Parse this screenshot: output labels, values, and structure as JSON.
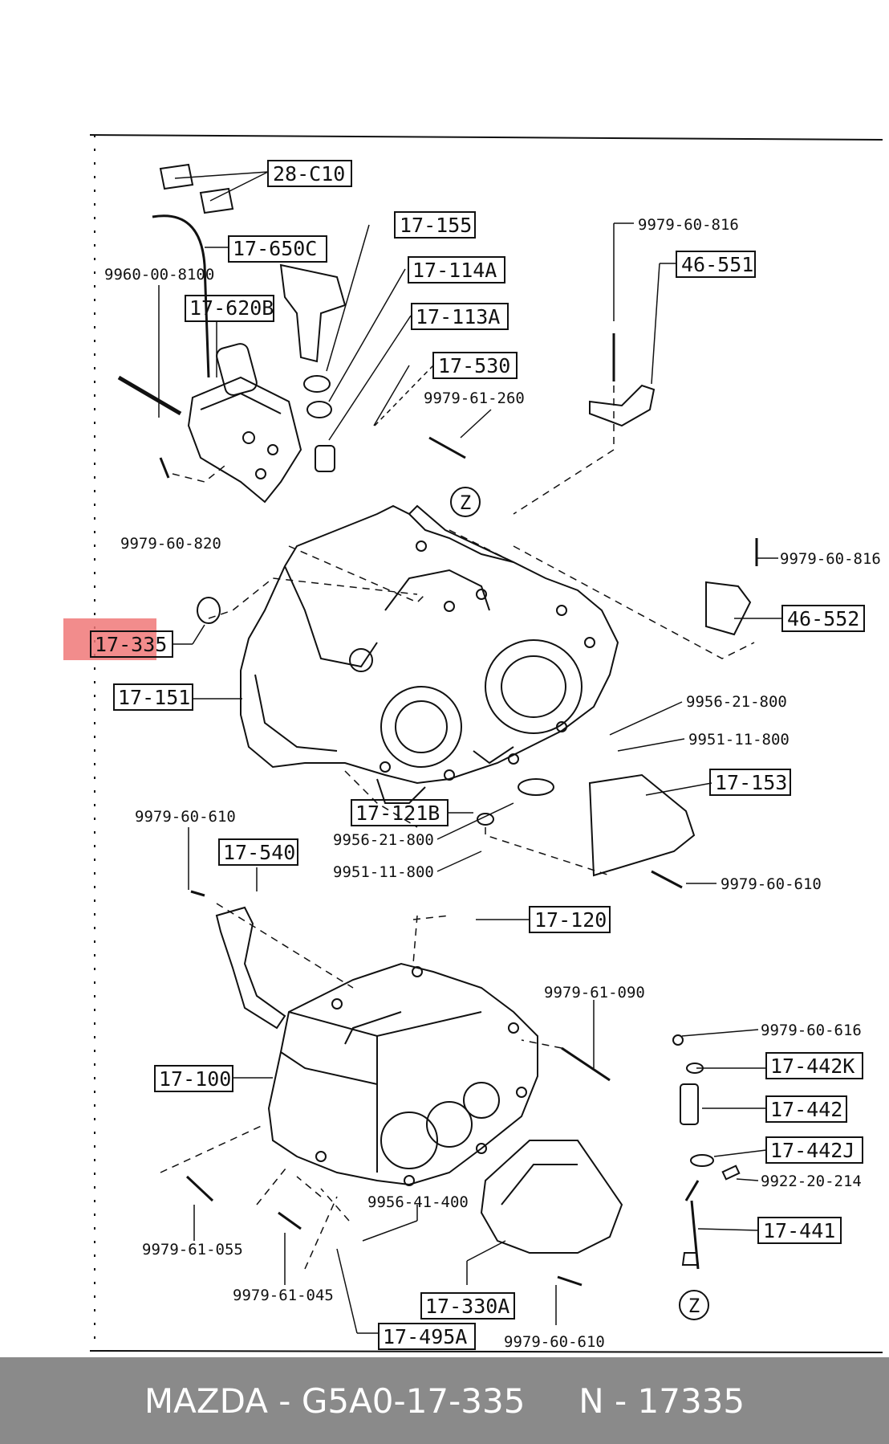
{
  "highlight_color": "#f07878",
  "footer": {
    "brand": "MAZDA",
    "sep1": " - ",
    "part_number": "G5A0-17-335",
    "gap": "     ",
    "n_label": "N",
    "sep2": " - ",
    "n_number": "17335"
  },
  "callouts": {
    "c28_c10": "28-C10",
    "c17_650c": "17-650C",
    "c17_620b": "17-620B",
    "c17_155": "17-155",
    "c17_114a": "17-114A",
    "c17_113a": "17-113A",
    "c17_530": "17-530",
    "c46_551": "46-551",
    "c46_552": "46-552",
    "c17_335": "17-335",
    "c17_151": "17-151",
    "c17_153": "17-153",
    "c17_121b": "17-121B",
    "c17_540": "17-540",
    "c17_120": "17-120",
    "c17_100": "17-100",
    "c17_442k": "17-442K",
    "c17_442": "17-442",
    "c17_442j": "17-442J",
    "c17_441": "17-441",
    "c17_330a": "17-330A",
    "c17_495a": "17-495A"
  },
  "part_labels": {
    "p9960_00_8100": "9960-00-8100",
    "p9979_60_820": "9979-60-820",
    "p9979_61_260": "9979-61-260",
    "p9979_60_816_top": "9979-60-816",
    "p9979_60_816_mid": "9979-60-816",
    "p9956_21_800_right": "9956-21-800",
    "p9951_11_800_right": "9951-11-800",
    "p9979_60_610_left": "9979-60-610",
    "p9956_21_800_center": "9956-21-800",
    "p9951_11_800_center": "9951-11-800",
    "p9979_60_610_right": "9979-60-610",
    "p9979_61_090": "9979-61-090",
    "p9979_60_616": "9979-60-616",
    "p9922_20_214": "9922-20-214",
    "p9956_41_400": "9956-41-400",
    "p9979_61_055": "9979-61-055",
    "p9979_61_045": "9979-61-045",
    "p9979_60_610_bottom": "9979-60-610"
  },
  "markers": {
    "z_top": "Z",
    "z_bottom": "Z"
  }
}
